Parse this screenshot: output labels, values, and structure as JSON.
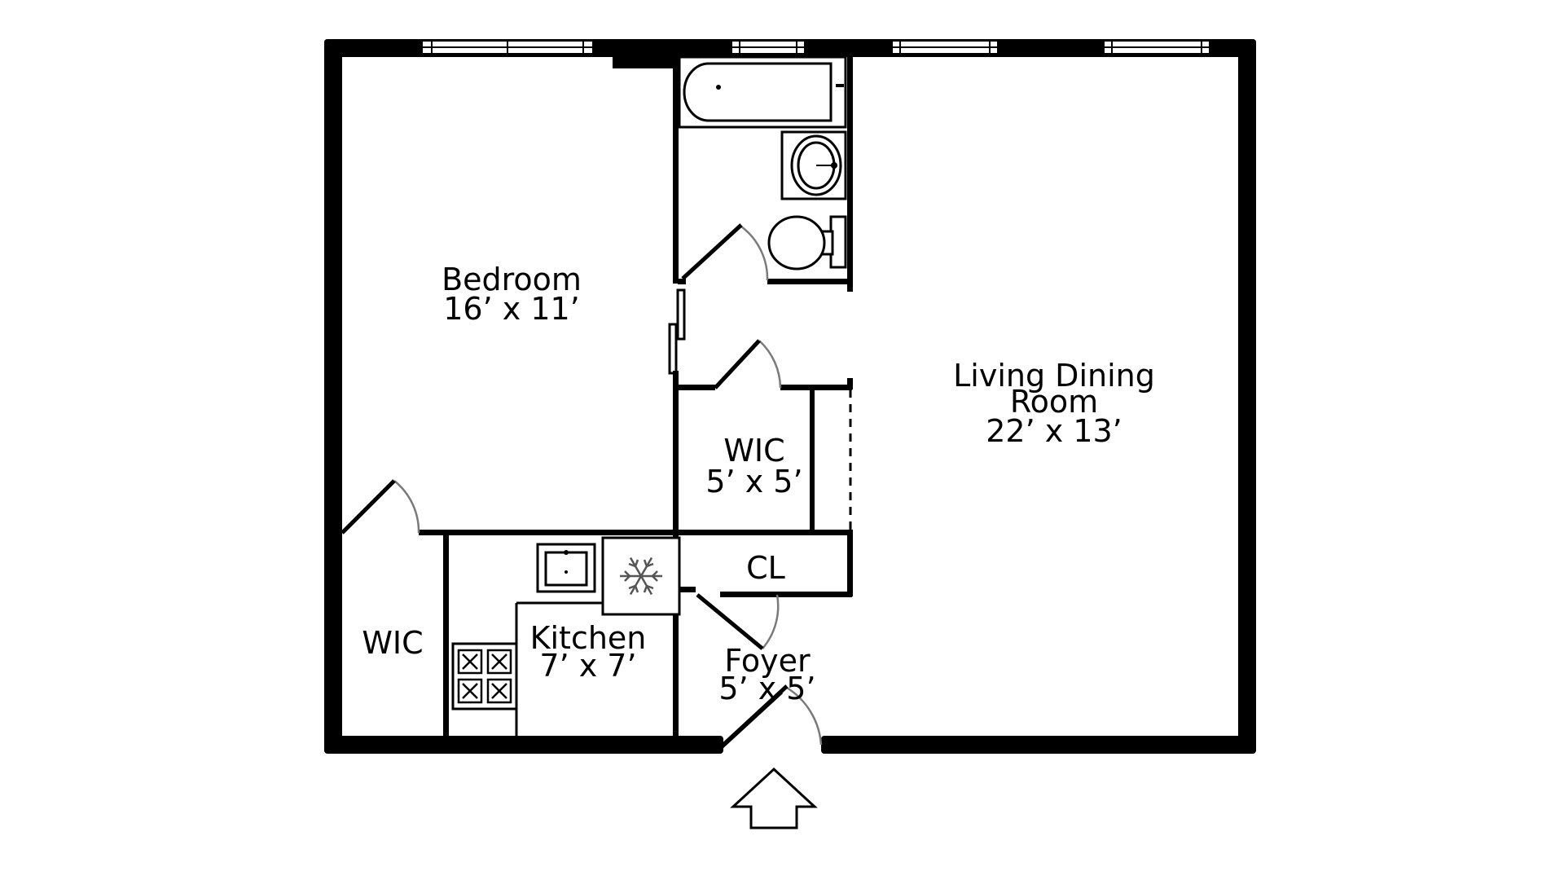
{
  "rooms": {
    "bedroom": {
      "name": "Bedroom",
      "size": "16’ x 11’"
    },
    "living": {
      "name_line1": "Living Dining",
      "name_line2": "Room",
      "size": "22’ x 13’"
    },
    "wic_center": {
      "name": "WIC",
      "size": "5’ x 5’"
    },
    "wic_left": {
      "name": "WIC"
    },
    "closet": {
      "name": "CL"
    },
    "kitchen": {
      "name": "Kitchen",
      "size": "7’ x 7’"
    },
    "foyer": {
      "name": "Foyer",
      "size": "5’ x 5’"
    }
  },
  "icons": {
    "entry": "entry-arrow-icon",
    "fridge": "snowflake-icon"
  },
  "colors": {
    "walls": "#000000",
    "door_swing": "#7a7a7a",
    "background": "#ffffff"
  }
}
